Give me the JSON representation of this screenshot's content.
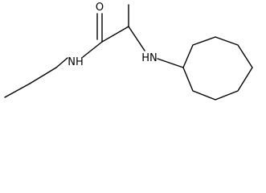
{
  "molecule": {
    "atoms": {
      "oxygen": "O",
      "amide_nitrogen": "NH",
      "amine_nitrogen": "HN"
    },
    "ring_size": 8
  }
}
